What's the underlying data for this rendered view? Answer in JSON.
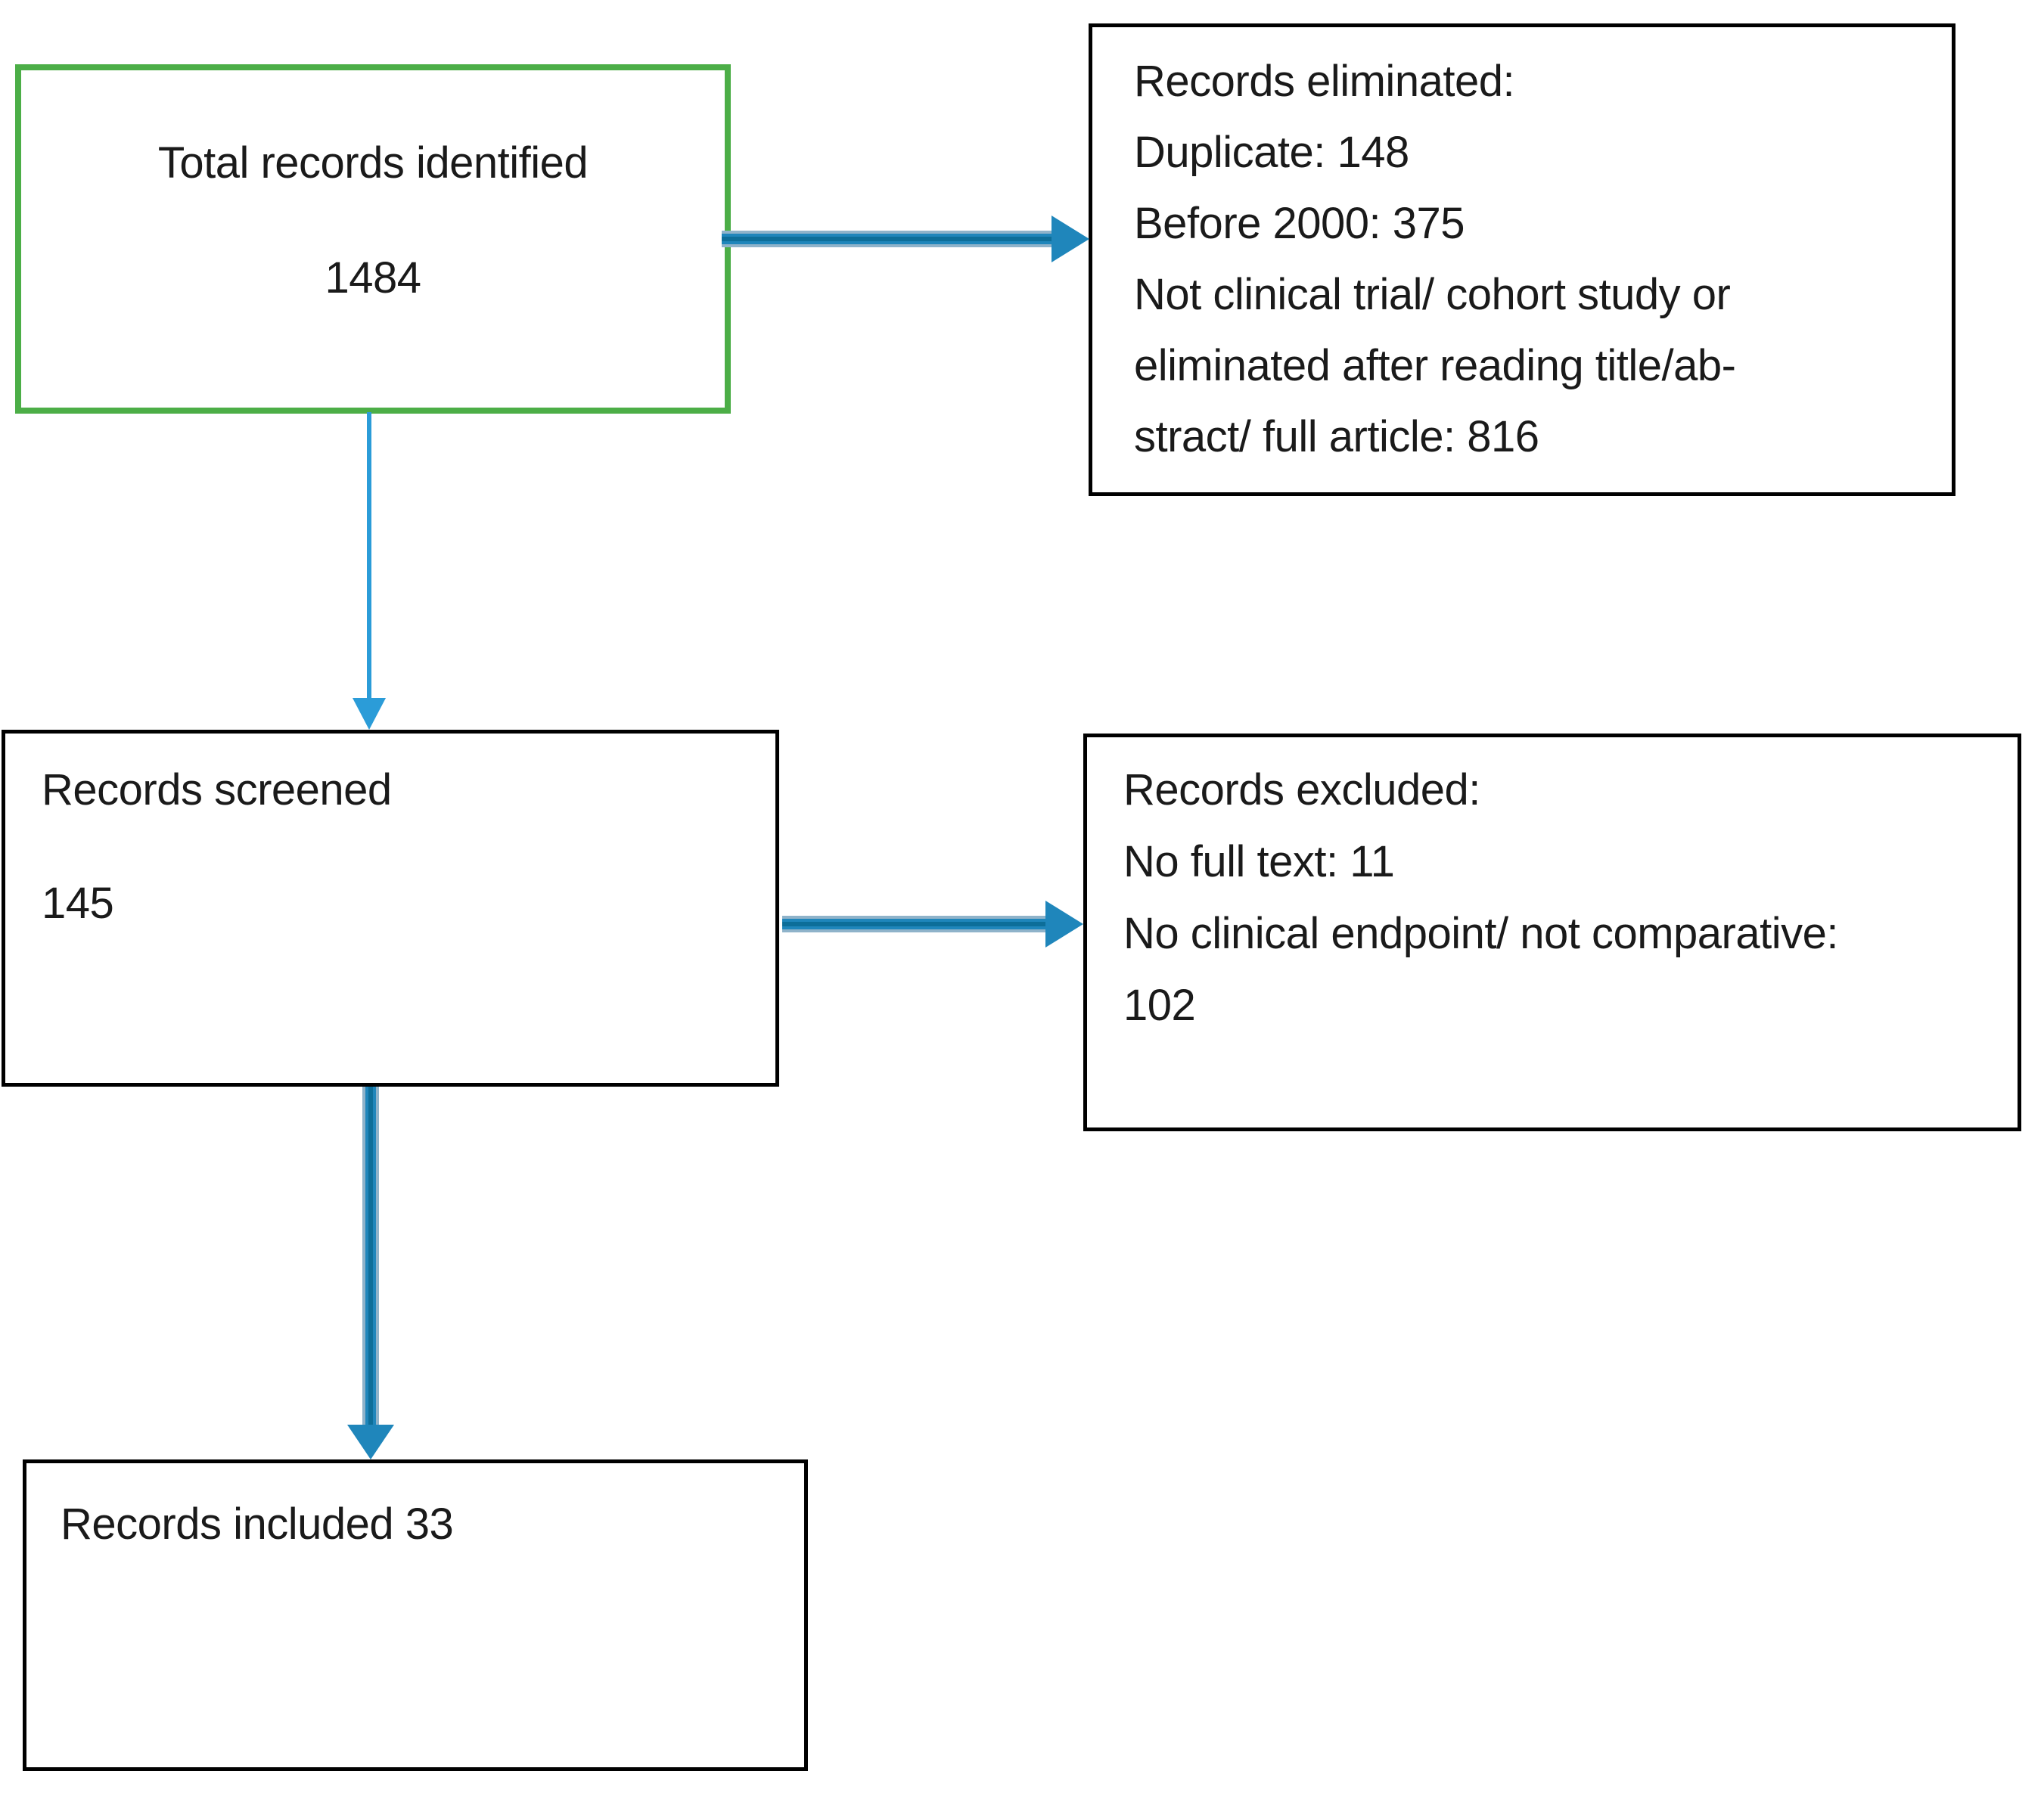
{
  "boxes": {
    "identified": {
      "title": "Total records identified",
      "count": "1484"
    },
    "eliminated": {
      "lines": [
        "Records eliminated:",
        "Duplicate: 148",
        "Before 2000: 375",
        "Not clinical trial/ cohort study or",
        "eliminated after reading title/ab-",
        "stract/ full article: 816"
      ]
    },
    "screened": {
      "title": "Records screened",
      "count": "145"
    },
    "excluded": {
      "lines": [
        "Records excluded:",
        "No full text: 11",
        "No clinical endpoint/ not comparative:",
        "102"
      ]
    },
    "included": {
      "title": "Records included 33"
    }
  },
  "colors": {
    "box_border_green": "#4cae47",
    "box_border_black": "#000000",
    "arrow_thick_light": "#8fb3ca",
    "arrow_thick_mid": "#1f86bb",
    "arrow_thick_dark": "#0d6e99",
    "arrow_thin": "#2b9cd8",
    "text": "#1a1a1a"
  }
}
